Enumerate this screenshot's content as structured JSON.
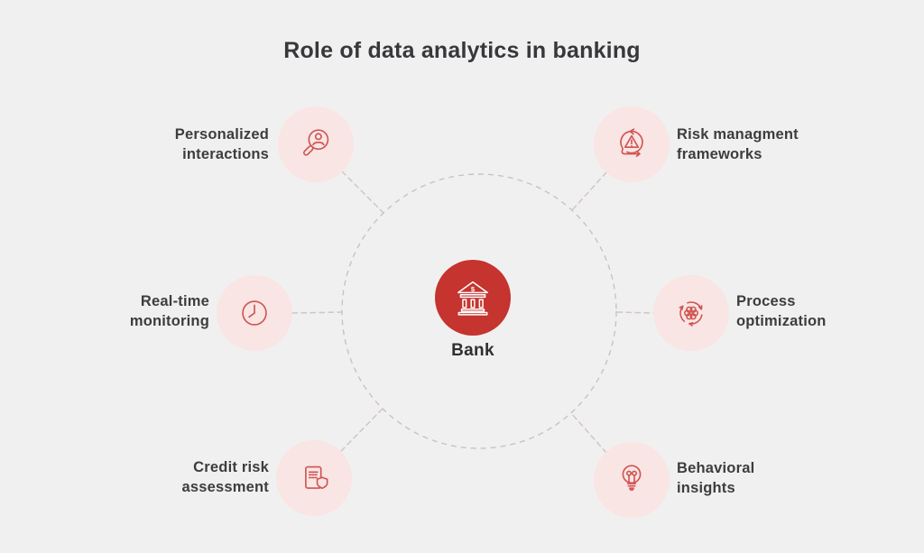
{
  "title": "Role of data analytics in banking",
  "center": {
    "label": "Bank",
    "icon": "bank-building-icon",
    "icon_symbol": "$"
  },
  "nodes": [
    {
      "label": "Personalized\ninteractions",
      "icon": "magnifier-user-icon",
      "position": "top-left"
    },
    {
      "label": "Risk managment\nframeworks",
      "icon": "warning-cycle-icon",
      "position": "top-right"
    },
    {
      "label": "Real-time\nmonitoring",
      "icon": "clock-icon",
      "position": "middle-left"
    },
    {
      "label": "Process\noptimization",
      "icon": "gear-cycle-icon",
      "position": "middle-right"
    },
    {
      "label": "Credit risk\nassessment",
      "icon": "document-shield-icon",
      "position": "bottom-left"
    },
    {
      "label": "Behavioral\ninsights",
      "icon": "lightbulb-icon",
      "position": "bottom-right"
    }
  ],
  "colors": {
    "background": "#f1f0f0",
    "bubble_fill": "#f8e5e4",
    "accent_red": "#d05350",
    "center_fill": "#c5342f",
    "text": "#3d3c3e",
    "dashed_line": "#cbc3c3"
  }
}
